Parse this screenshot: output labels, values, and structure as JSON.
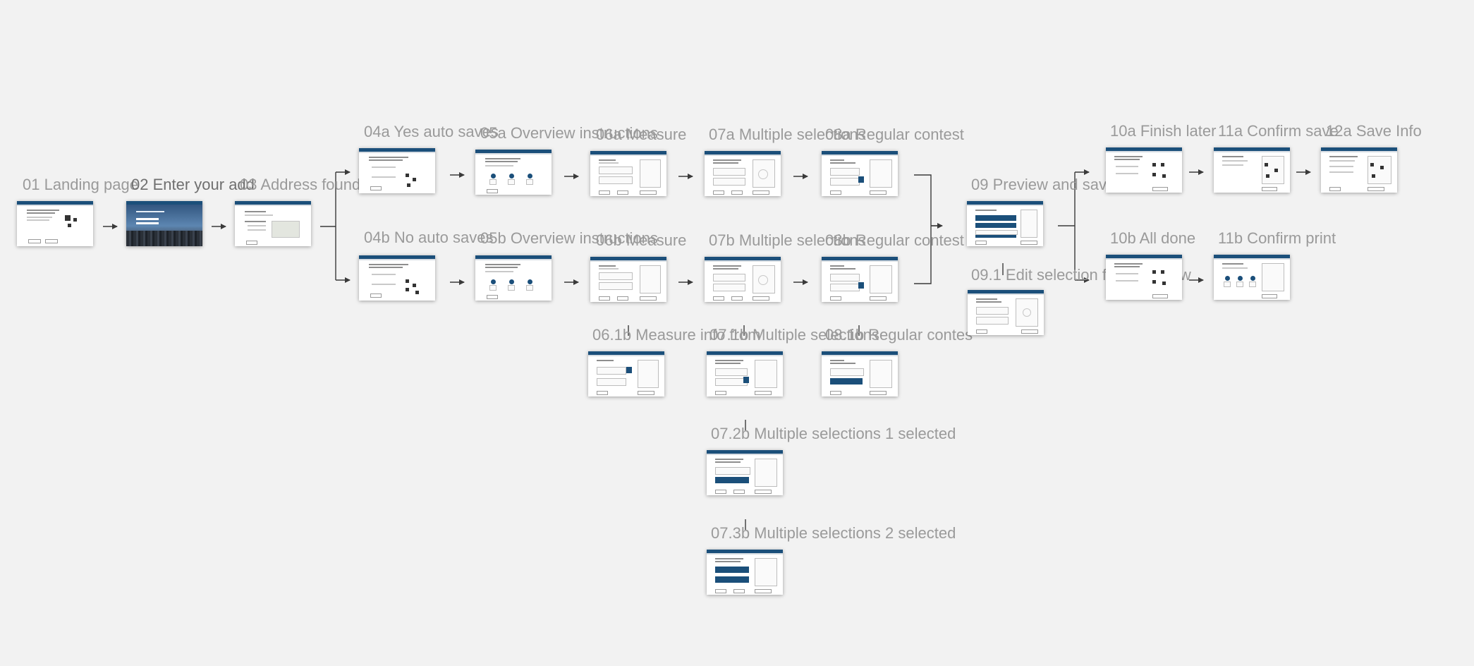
{
  "colors": {
    "background": "#f2f2f2",
    "label": "#9a9a9a",
    "arrow": "#3a3a3a",
    "header_blue": "#1b4f7a"
  },
  "screens": [
    {
      "id": "s01",
      "label": "01 Landing page"
    },
    {
      "id": "s02",
      "label": "02 Enter your add"
    },
    {
      "id": "s03",
      "label": "03 Address found"
    },
    {
      "id": "s04a",
      "label": "04a Yes auto saves"
    },
    {
      "id": "s04b",
      "label": "04b No auto saves"
    },
    {
      "id": "s05a",
      "label": "05a Overview instructions"
    },
    {
      "id": "s05b",
      "label": "05b Overview instructions"
    },
    {
      "id": "s06a",
      "label": "06a Measure"
    },
    {
      "id": "s06b",
      "label": "06b Measure"
    },
    {
      "id": "s061b",
      "label": "06.1b Measure info from"
    },
    {
      "id": "s07a",
      "label": "07a Multiple selections"
    },
    {
      "id": "s07b",
      "label": "07b Multiple selections"
    },
    {
      "id": "s071b",
      "label": "07.1b Multiple selections"
    },
    {
      "id": "s072b",
      "label": "07.2b Multiple selections 1 selected"
    },
    {
      "id": "s073b",
      "label": "07.3b Multiple selections 2 selected"
    },
    {
      "id": "s08a",
      "label": "08a Regular contest"
    },
    {
      "id": "s08b",
      "label": "08b Regular contest"
    },
    {
      "id": "s081b",
      "label": "08.1b Regular contes"
    },
    {
      "id": "s09",
      "label": "09 Preview and save"
    },
    {
      "id": "s091",
      "label": "09.1 Edit selection from preview"
    },
    {
      "id": "s10a",
      "label": "10a Finish later"
    },
    {
      "id": "s10b",
      "label": "10b All done"
    },
    {
      "id": "s11a",
      "label": "11a Confirm save"
    },
    {
      "id": "s11b",
      "label": "11b Confirm print"
    },
    {
      "id": "s12a",
      "label": "12a Save Info"
    }
  ]
}
